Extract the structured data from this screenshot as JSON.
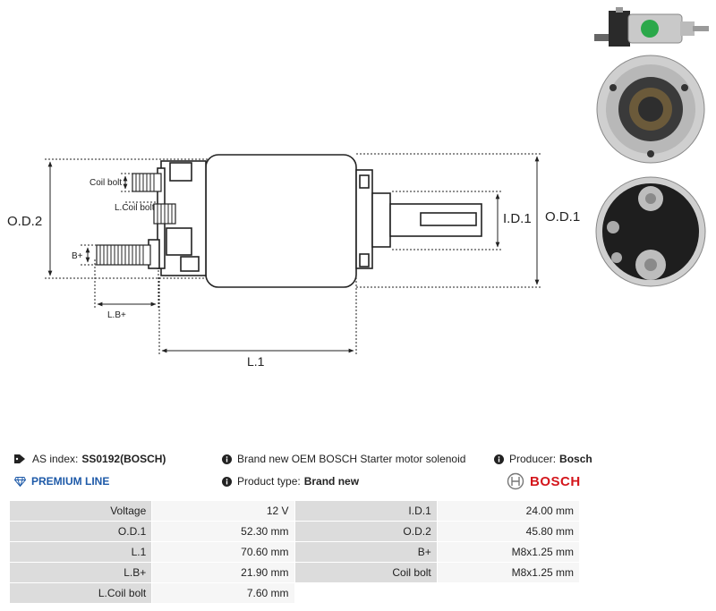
{
  "dimensions": {
    "od2": "O.D.2",
    "od1": "O.D.1",
    "id1": "I.D.1",
    "l1": "L.1",
    "bplus": "B+",
    "lbplus": "L.B+",
    "coil_bolt": "Coil bolt",
    "lcoil_bolt": "L.Coil bolt"
  },
  "info": {
    "as_index_label": "AS index:",
    "as_index_value": "SS0192(BOSCH)",
    "premium": "PREMIUM LINE",
    "description": "Brand new OEM BOSCH Starter motor solenoid",
    "product_type_label": "Product type:",
    "product_type_value": "Brand new",
    "producer_label": "Producer:",
    "producer_value": "Bosch",
    "brand_logo_text": "BOSCH"
  },
  "specs": [
    {
      "k1": "Voltage",
      "v1": "12 V",
      "k2": "I.D.1",
      "v2": "24.00 mm"
    },
    {
      "k1": "O.D.1",
      "v1": "52.30 mm",
      "k2": "O.D.2",
      "v2": "45.80 mm"
    },
    {
      "k1": "L.1",
      "v1": "70.60 mm",
      "k2": "B+",
      "v2": "M8x1.25 mm"
    },
    {
      "k1": "L.B+",
      "v1": "21.90 mm",
      "k2": "Coil bolt",
      "v2": "M8x1.25 mm"
    },
    {
      "k1": "L.Coil bolt",
      "v1": "7.60 mm",
      "k2": "",
      "v2": ""
    }
  ],
  "colors": {
    "accent": "#1e5aa8",
    "brand": "#d4161c"
  }
}
